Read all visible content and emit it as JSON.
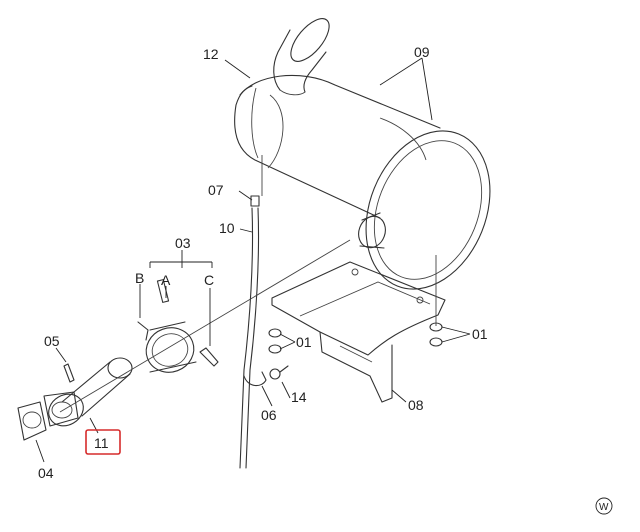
{
  "parts": {
    "p01_a": "01",
    "p01_b": "01",
    "p03": "03",
    "p04": "04",
    "p05": "05",
    "p06": "06",
    "p07": "07",
    "p08": "08",
    "p09": "09",
    "p10": "10",
    "p11": "11",
    "p12": "12",
    "p14": "14"
  },
  "callouts": {
    "a": "A",
    "b": "B",
    "c": "C"
  },
  "corner_mark": "W",
  "highlight": {
    "part": "11",
    "color": "#d62b2b"
  }
}
